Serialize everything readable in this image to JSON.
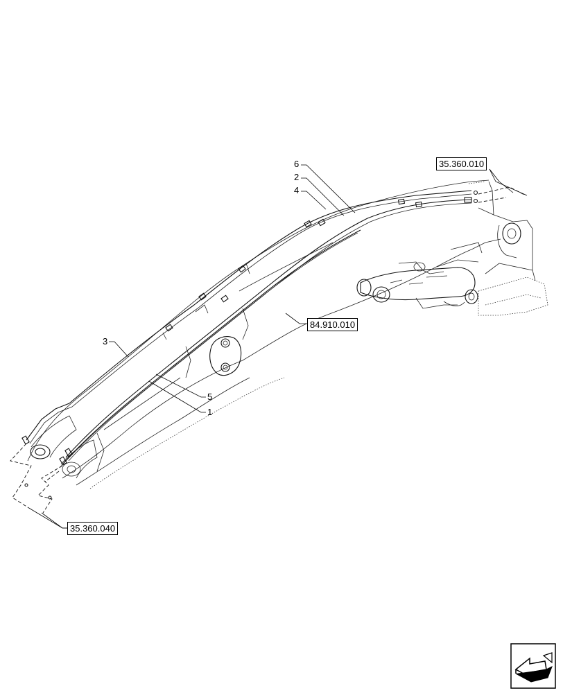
{
  "references": {
    "top_right": "35.360.010",
    "middle": "84.910.010",
    "bottom_left": "35.360.040"
  },
  "callouts": {
    "c6": "6",
    "c2": "2",
    "c4": "4",
    "c3": "3",
    "c5": "5",
    "c1": "1"
  },
  "icons": {
    "nav": "back-arrow-icon"
  }
}
